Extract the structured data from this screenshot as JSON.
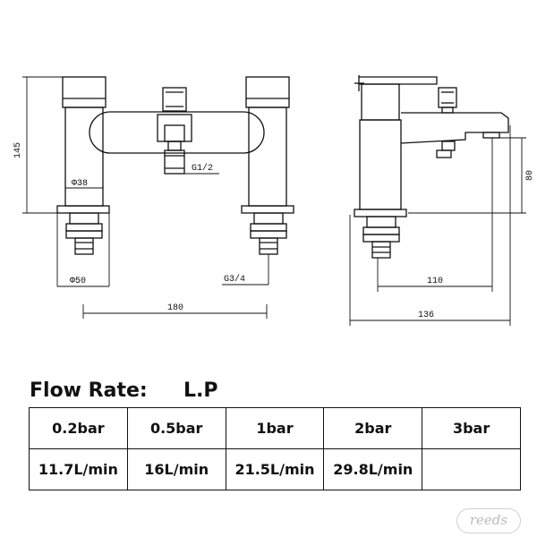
{
  "dimensions": {
    "height_145": "145",
    "dia_38": "Φ38",
    "thread_g12": "G1/2",
    "dia_50": "Φ50",
    "thread_g34": "G3/4",
    "width_180": "180",
    "height_80": "80",
    "depth_110": "110",
    "depth_136": "136"
  },
  "flow": {
    "title": "Flow Rate:",
    "pressure_type": "L.P",
    "headers": [
      "0.2bar",
      "0.5bar",
      "1bar",
      "2bar",
      "3bar"
    ],
    "values": [
      "11.7L/min",
      "16L/min",
      "21.5L/min",
      "29.8L/min",
      ""
    ]
  },
  "watermark": "reeds"
}
